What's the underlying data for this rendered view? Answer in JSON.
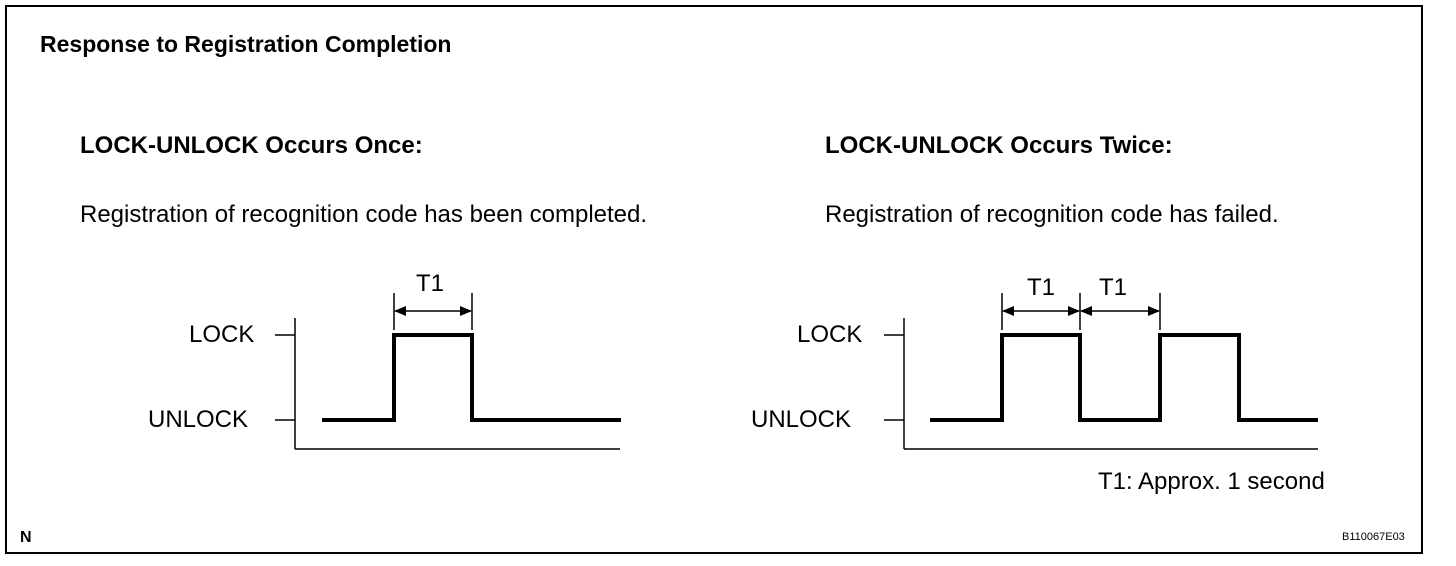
{
  "title": "Response to Registration Completion",
  "left": {
    "heading": "LOCK-UNLOCK Occurs Once:",
    "description": "Registration of recognition code has been completed.",
    "level_high": "LOCK",
    "level_low": "UNLOCK",
    "interval_label": "T1"
  },
  "right": {
    "heading": "LOCK-UNLOCK Occurs Twice:",
    "description": "Registration of recognition code has failed.",
    "level_high": "LOCK",
    "level_low": "UNLOCK",
    "interval_label_1": "T1",
    "interval_label_2": "T1"
  },
  "note": "T1: Approx. 1 second",
  "corner_letter": "N",
  "figure_code": "B110067E03"
}
